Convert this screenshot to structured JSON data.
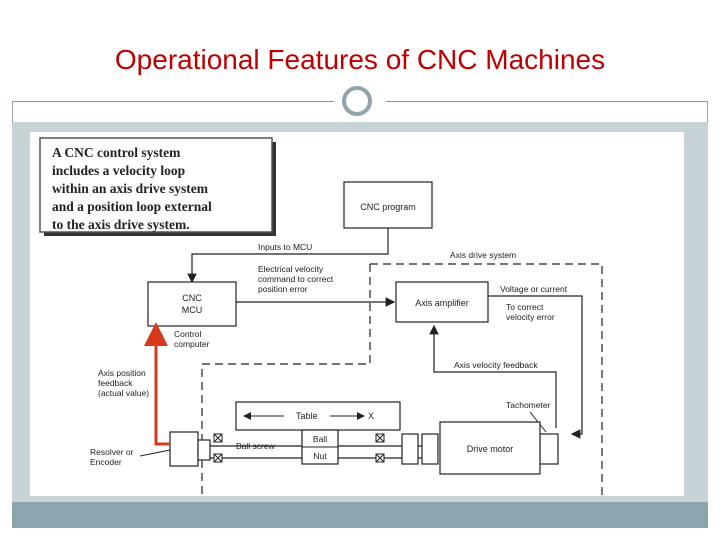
{
  "slide": {
    "title": "Operational Features of CNC Machines"
  },
  "diagram": {
    "callout_lines": [
      "A CNC control system",
      "includes a velocity loop",
      "within an axis drive system",
      "and a position loop external",
      "to the axis drive system."
    ],
    "labels": {
      "cnc_program": "CNC program",
      "inputs_to_mcu": "Inputs to MCU",
      "axis_drive_system": "Axis drive system",
      "electrical_velocity_1": "Electrical velocity",
      "electrical_velocity_2": "command to correct",
      "electrical_velocity_3": "position error",
      "cnc_mcu_1": "CNC",
      "cnc_mcu_2": "MCU",
      "axis_amplifier": "Axis amplifier",
      "voltage_or_current": "Voltage or current",
      "to_correct_1": "To correct",
      "to_correct_2": "velocity error",
      "control_computer_1": "Control",
      "control_computer_2": "computer",
      "axis_position_1": "Axis position",
      "axis_position_2": "feedback",
      "axis_position_3": "(actual value)",
      "axis_velocity_feedback": "Axis velocity feedback",
      "table": "Table",
      "x": "X",
      "tachometer": "Tachometer",
      "ball": "Ball",
      "nut": "Nut",
      "ball_screw": "Ball screw",
      "drive_motor": "Drive motor",
      "resolver_1": "Resolver or",
      "resolver_2": "Encoder"
    }
  }
}
